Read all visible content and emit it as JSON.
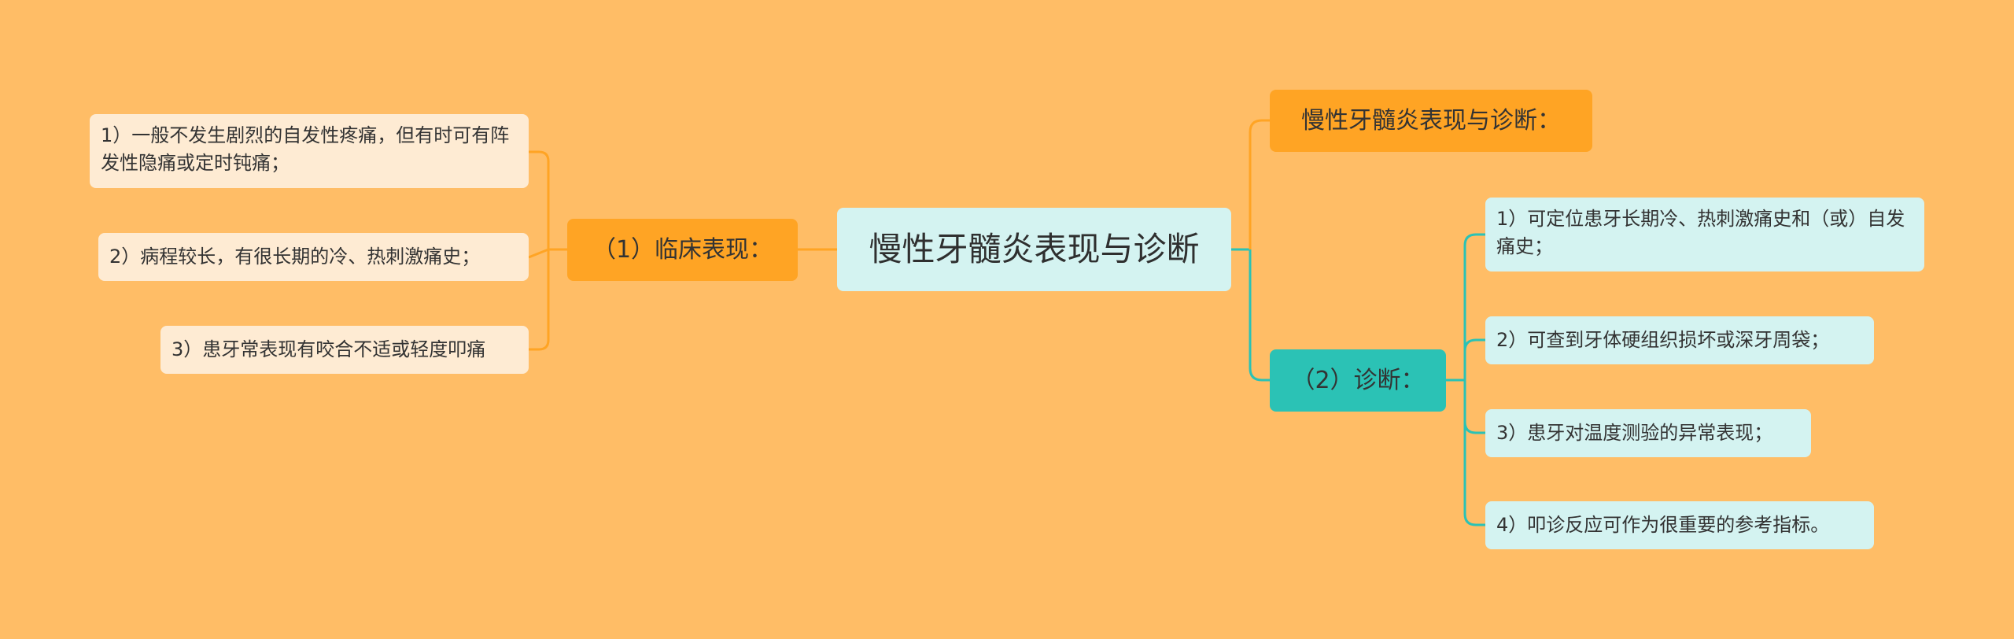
{
  "root": {
    "label": "慢性牙髓炎表现与诊断"
  },
  "right_top": {
    "label": "慢性牙髓炎表现与诊断："
  },
  "left_branch": {
    "label": "（1）临床表现：",
    "items": [
      "1）一般不发生剧烈的自发性疼痛，但有时可有阵发性隐痛或定时钝痛；",
      "2）病程较长，有很长期的冷、热刺激痛史；",
      "3）患牙常表现有咬合不适或轻度叩痛"
    ]
  },
  "right_branch": {
    "label": "（2）诊断：",
    "items": [
      "1）可定位患牙长期冷、热刺激痛史和（或）自发痛史；",
      "2）可查到牙体硬组织损坏或深牙周袋；",
      "3）患牙对温度测验的异常表现；",
      "4）叩诊反应可作为很重要的参考指标。"
    ]
  },
  "colors": {
    "background": "#FFBD66",
    "orange_branch": "#FFA424",
    "teal_branch": "#2BC2B5",
    "left_leaf": "#FEEBD3",
    "right_leaf": "#D4F3F1",
    "root_fill": "#D4F3F1"
  }
}
